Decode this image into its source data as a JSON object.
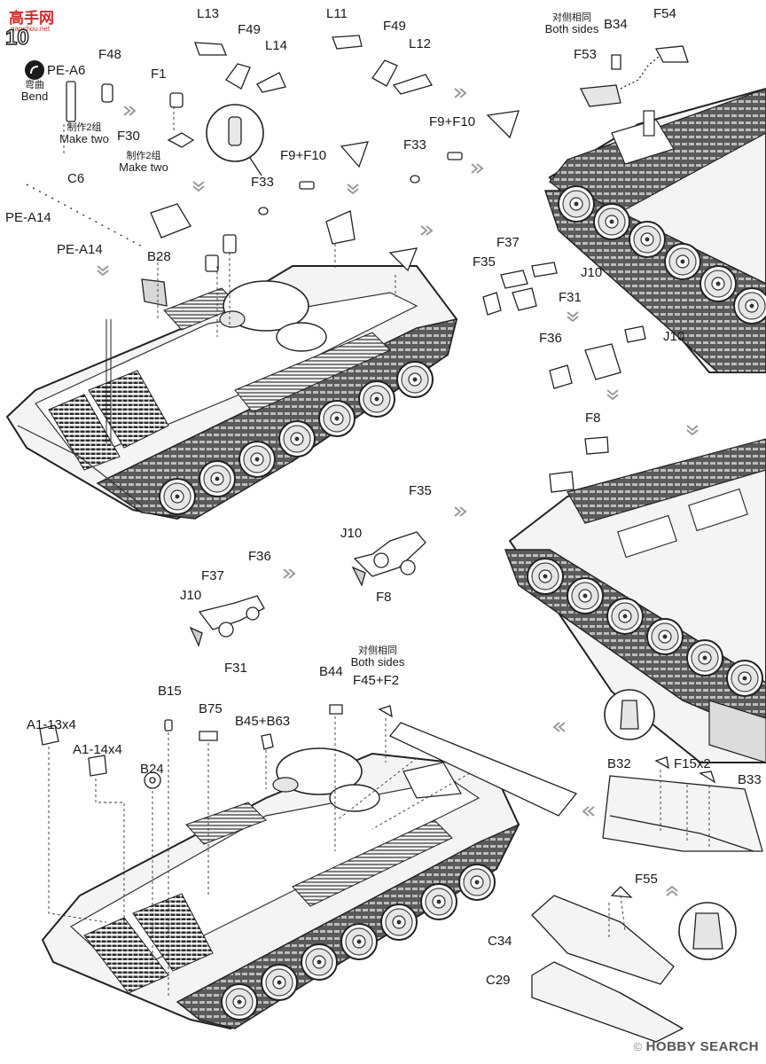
{
  "logo": {
    "text": "高手网",
    "url_text": "gaoshou.net"
  },
  "step_number": "10",
  "bend_note": {
    "cn": "弯曲",
    "en": "Bend"
  },
  "notes": {
    "make_two_1": {
      "cn": "制作2组",
      "en": "Make two"
    },
    "make_two_2": {
      "cn": "制作2组",
      "en": "Make two"
    },
    "both_sides_1": {
      "cn": "对侧相同",
      "en": "Both sides"
    },
    "both_sides_2": {
      "cn": "对侧相同",
      "en": "Both sides"
    }
  },
  "part_labels": {
    "l13": "L13",
    "f49_a": "F49",
    "l14": "L14",
    "l11": "L11",
    "f49_b": "F49",
    "l12": "L12",
    "b34": "B34",
    "f54": "F54",
    "f53": "F53",
    "f48": "F48",
    "pe_a6": "PE-A6",
    "f1": "F1",
    "f30": "F30",
    "f9_f10_a": "F9+F10",
    "f33_a": "F33",
    "f9_f10_b": "F9+F10",
    "f33_b": "F33",
    "c6": "C6",
    "pe_a14_a": "PE-A14",
    "pe_a14_b": "PE-A14",
    "b28": "B28",
    "f37_a": "F37",
    "f35_a": "F35",
    "j10_a": "J10",
    "f31_a": "F31",
    "f36_a": "F36",
    "j10_b": "J10",
    "f8_a": "F8",
    "f35_b": "F35",
    "j10_c": "J10",
    "f8_b": "F8",
    "f37_b": "F37",
    "f36_b": "F36",
    "j10_d": "J10",
    "f31_b": "F31",
    "a1_13x4": "A1-13x4",
    "b15": "B15",
    "b75": "B75",
    "b44": "B44",
    "f45_f2": "F45+F2",
    "a1_14x4": "A1-14x4",
    "b45_b63": "B45+B63",
    "b24": "B24",
    "b32": "B32",
    "f15x2": "F15x2",
    "b33": "B33",
    "f55": "F55",
    "c34": "C34",
    "c29": "C29"
  },
  "watermark": {
    "mark": "©",
    "text": "HOBBY SEARCH"
  }
}
